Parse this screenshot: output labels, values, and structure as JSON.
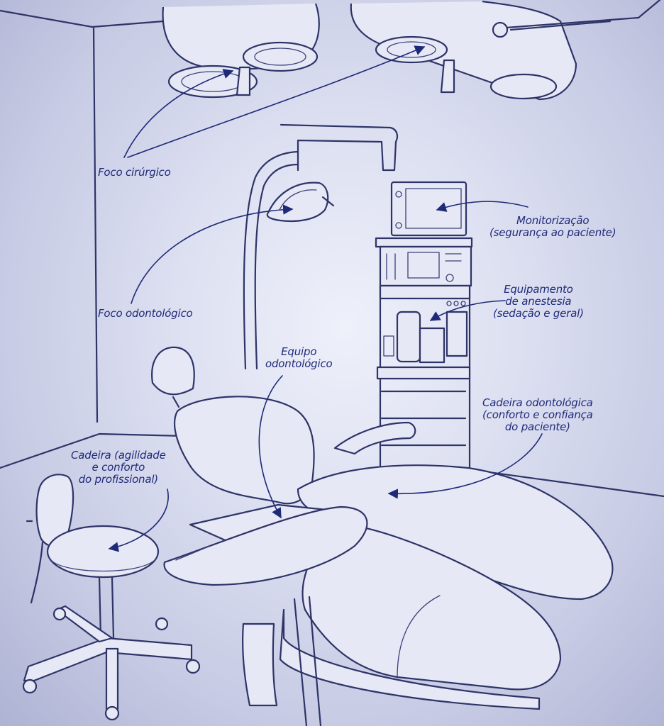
{
  "labels": {
    "foco_cirurgico": "Foco cirúrgico",
    "foco_odontologico": "Foco odontológico",
    "monitorizacao": {
      "line1": "Monitorização",
      "line2": "(segurança ao paciente)"
    },
    "equipamento": {
      "line1": "Equipamento",
      "line2": "de anestesia",
      "line3": "(sedação e geral)"
    },
    "equipo": {
      "line1": "Equipo",
      "line2": "odontológico"
    },
    "cadeira_odontologica": {
      "line1": "Cadeira odontológica",
      "line2": "(conforto e confiança",
      "line3": "do paciente)"
    },
    "cadeira_profissional": {
      "line1": "Cadeira (agilidade",
      "line2": "e conforto",
      "line3": "do profissional)"
    }
  },
  "colors": {
    "ink": "#2e3468",
    "annotation": "#1f2a7a",
    "paper": "#dde0f1"
  }
}
